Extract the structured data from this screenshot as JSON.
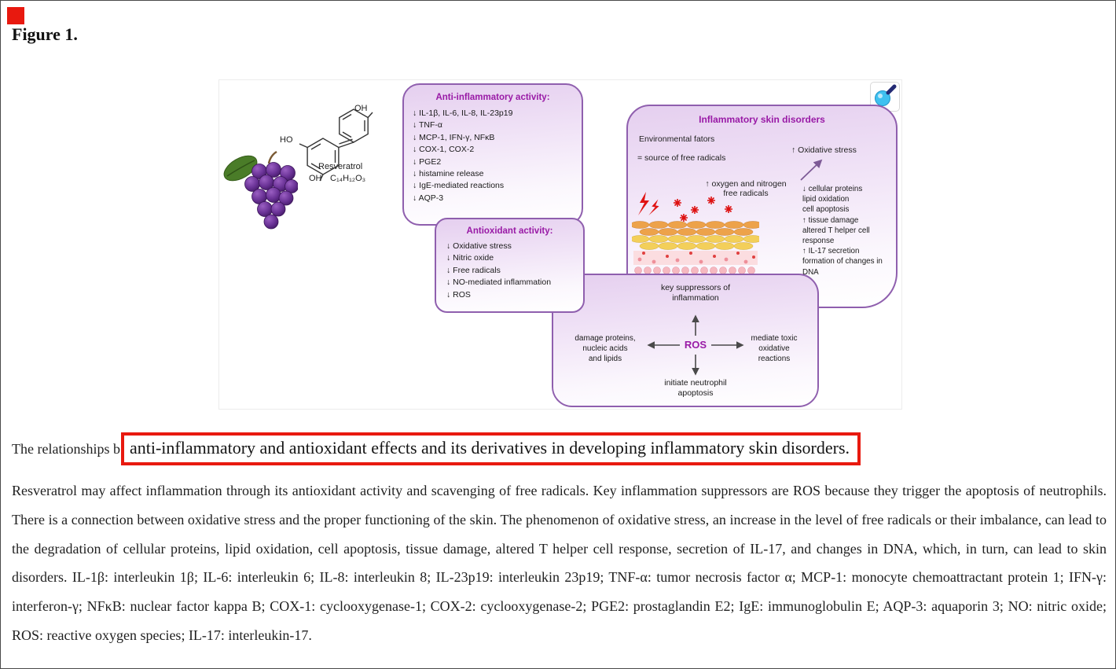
{
  "page": {
    "figure_label": "Figure 1."
  },
  "figure": {
    "resveratrol": {
      "ho": "HO",
      "oh_top": "OH",
      "oh_bottom": "OH",
      "name": "Resveratrol",
      "formula": "C₁₄H₁₂O₃"
    },
    "anti_inflammatory": {
      "title": "Anti-inflammatory activity:",
      "items": [
        "↓ IL-1β, IL-6, IL-8, IL-23p19",
        "↓ TNF-α",
        "↓ MCP-1, IFN-γ, NFκB",
        "↓ COX-1, COX-2",
        "↓ PGE2",
        "↓ histamine release",
        "↓ IgE-mediated reactions",
        "↓ AQP-3"
      ]
    },
    "antioxidant": {
      "title": "Antioxidant activity:",
      "items": [
        "↓ Oxidative stress",
        "↓ Nitric oxide",
        "↓ Free radicals",
        "↓ NO-mediated inflammation",
        "↓ ROS"
      ]
    },
    "skin_disorders": {
      "title": "Inflammatory skin disorders",
      "environmental": "Environmental fators",
      "source": "= source of free radicals",
      "radicals": "↑ oxygen and nitrogen\nfree radicals",
      "oxidative_stress": "↑ Oxidative stress",
      "effects": "↓ cellular proteins\nlipid oxidation\ncell apoptosis\n↑ tissue damage\naltered T helper cell\nresponse\n↑ IL-17 secretion\nformation of changes in\nDNA"
    },
    "ros": {
      "top": "key suppressors of\ninflammation",
      "left": "damage proteins,\nnucleic acids\nand lipids",
      "center": "ROS",
      "right": "mediate toxic\noxidative\nreactions",
      "bottom": "initiate neutrophil\napoptosis"
    }
  },
  "caption": {
    "prefix": "The relationships b",
    "highlight": "anti-inflammatory and antioxidant effects and its derivatives in developing inflammatory skin disorders.",
    "body": "Resveratrol may affect inflammation through its antioxidant activity and scavenging of free radicals. Key inflammation suppressors are ROS because they trigger the apoptosis of neutrophils. There is a connection between oxidative stress and the proper functioning of the skin. The phenomenon of oxidative stress, an increase in the level of free radicals or their imbalance, can lead to the degradation of cellular proteins, lipid oxidation, cell apoptosis, tissue damage, altered T helper cell response, secretion of IL-17, and changes in DNA, which, in turn, can lead to skin disorders. IL-1β: interleukin 1β; IL-6: interleukin 6; IL-8: interleukin 8; IL-23p19: interleukin 23p19; TNF-α: tumor necrosis factor α; MCP-1: monocyte chemoattractant protein 1; IFN-γ: interferon-γ; NFκB: nuclear factor kappa B; COX-1: cyclooxygenase-1; COX-2: cyclooxygenase-2; PGE2: prostaglandin E2; IgE: immunoglobulin E; AQP-3: aquaporin 3; NO: nitric oxide; ROS: reactive oxygen species; IL-17: interleukin-17."
  },
  "colors": {
    "box_border": "#8f5fae",
    "title_purple": "#991aa6",
    "highlight_red": "#e8190f"
  }
}
